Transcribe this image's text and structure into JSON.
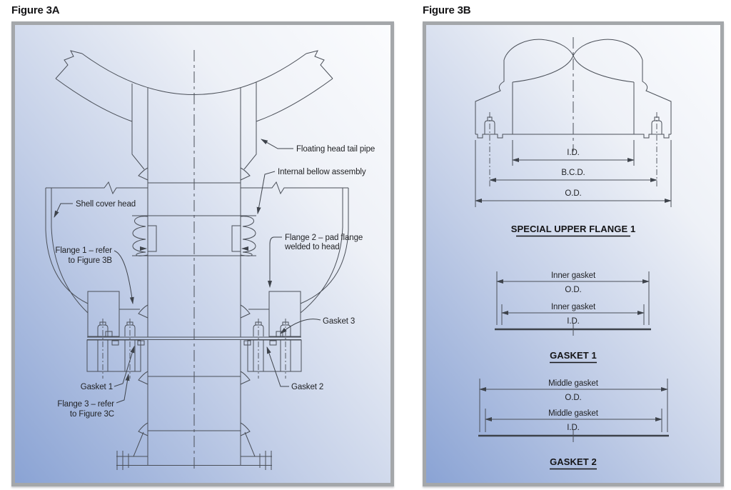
{
  "colors": {
    "panel_border": "#a4a7aa",
    "panel_gradient_start": "#8aa3d4",
    "panel_gradient_end": "#fbfcfe",
    "line": "#4a4f58",
    "text": "#1f2023"
  },
  "figure_3a": {
    "title": "Figure 3A",
    "labels": {
      "floating_head_tail_pipe": "Floating head tail pipe",
      "internal_bellow_assembly": "Internal bellow assembly",
      "shell_cover_head": "Shell cover head",
      "flange_1": [
        "Flange 1 – refer",
        "to Figure 3B"
      ],
      "flange_2": [
        "Flange 2 – pad flange",
        "welded to head"
      ],
      "flange_3": [
        "Flange 3 – refer",
        "to Figure 3C"
      ],
      "gasket_1": "Gasket 1",
      "gasket_2": "Gasket 2",
      "gasket_3": "Gasket 3"
    }
  },
  "figure_3b": {
    "title": "Figure 3B",
    "upper_flange": {
      "dim_id": "I.D.",
      "dim_bcd": "B.C.D.",
      "dim_od": "O.D.",
      "caption": "SPECIAL UPPER FLANGE 1"
    },
    "gasket_1": {
      "od_label": "Inner gasket",
      "od_dim": "O.D.",
      "id_label": "Inner gasket",
      "id_dim": "I.D.",
      "caption": "GASKET 1"
    },
    "gasket_2": {
      "od_label": "Middle gasket",
      "od_dim": "O.D.",
      "id_label": "Middle gasket",
      "id_dim": "I.D.",
      "caption": "GASKET 2"
    }
  }
}
